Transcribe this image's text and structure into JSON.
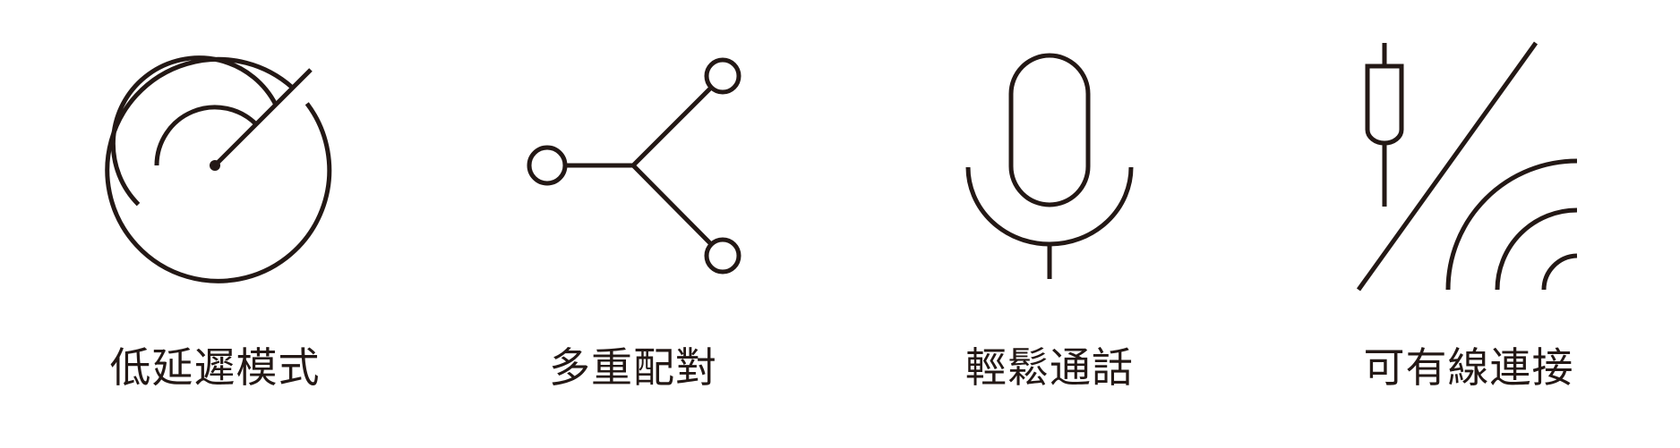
{
  "features": [
    {
      "icon": "radar-gauge-icon",
      "label": "低延遲模式"
    },
    {
      "icon": "multi-pairing-network-icon",
      "label": "多重配對"
    },
    {
      "icon": "microphone-icon",
      "label": "輕鬆通話"
    },
    {
      "icon": "wired-plug-wireless-icon",
      "label": "可有線連接"
    }
  ],
  "colors": {
    "ink": "#231815",
    "background": "#ffffff"
  }
}
